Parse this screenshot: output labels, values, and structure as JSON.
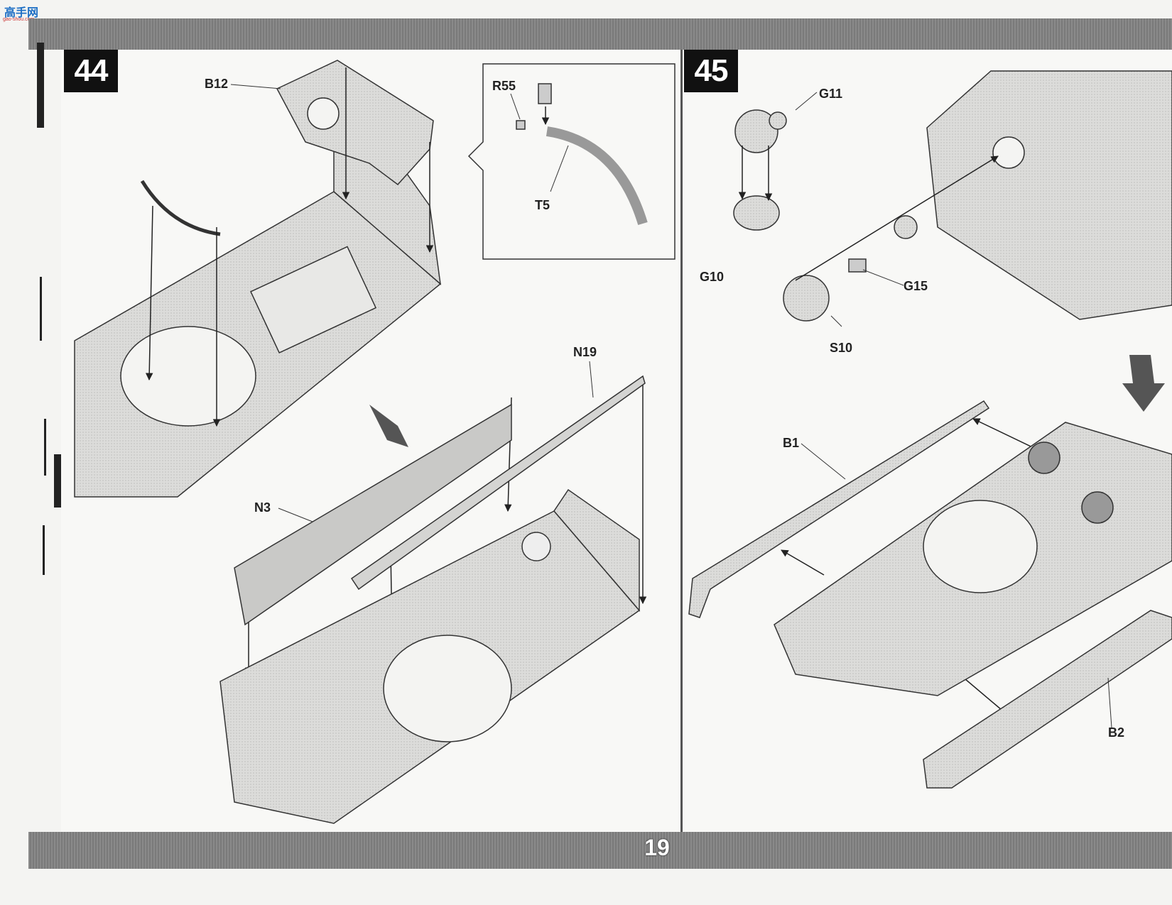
{
  "logo": {
    "text": "高手网",
    "sub": "gao-shou.com"
  },
  "page_number": "19",
  "steps": [
    {
      "number": "44",
      "labels": [
        "B12",
        "R55",
        "T5",
        "N19",
        "N3"
      ]
    },
    {
      "number": "45",
      "labels": [
        "G11",
        "G10",
        "G15",
        "S10",
        "B1",
        "B2"
      ]
    }
  ],
  "colors": {
    "band": "#808080",
    "ink": "#222222",
    "panel": "#f8f8f6"
  }
}
